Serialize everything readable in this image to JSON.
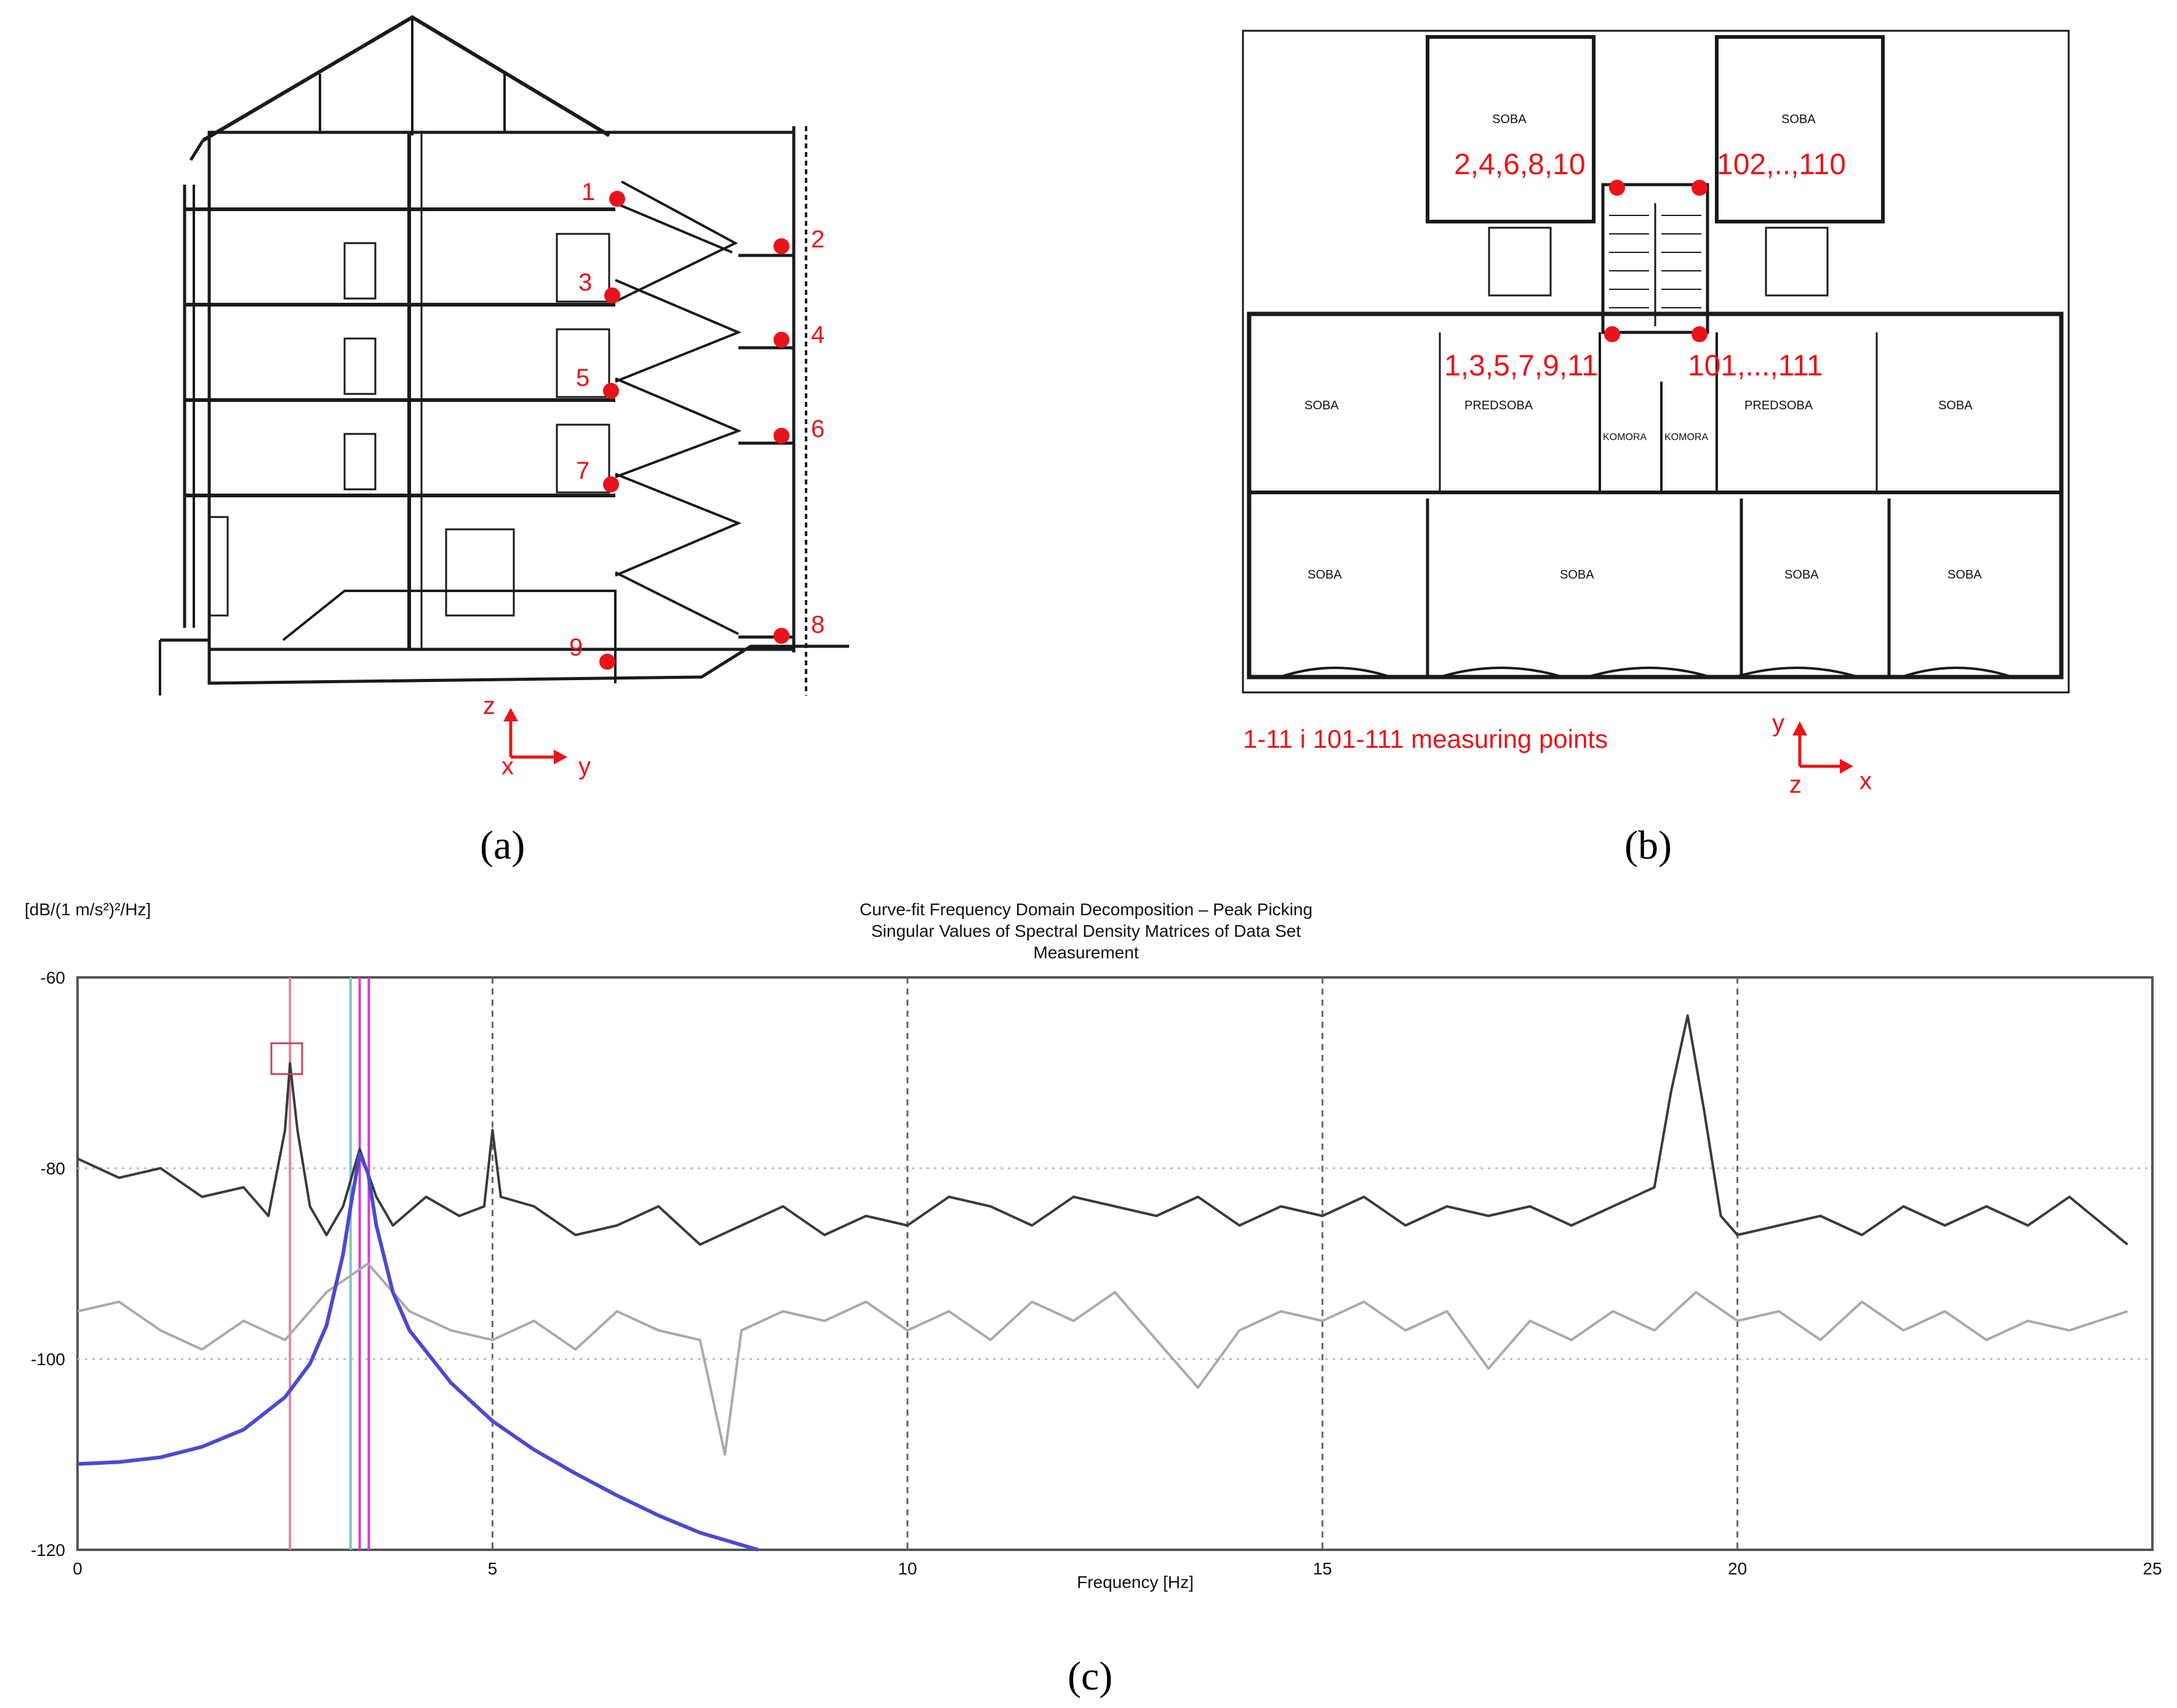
{
  "panel_a": {
    "caption": "(a)",
    "points": [
      "1",
      "2",
      "3",
      "4",
      "5",
      "6",
      "7",
      "8",
      "9"
    ],
    "axis_labels": {
      "z": "z",
      "x": "x",
      "y": "y"
    }
  },
  "panel_b": {
    "caption": "(b)",
    "top_left_label": "2,4,6,8,10",
    "top_right_label": "102,..,110",
    "bottom_left_label": "1,3,5,7,9,11",
    "bottom_right_label": "101,...,111",
    "legend": "1-11 i 101-111  measuring points",
    "axis_labels": {
      "y": "y",
      "z": "z",
      "x": "x"
    },
    "rooms": {
      "soba": "SOBA",
      "predsoba": "PREDSOBA",
      "komora": "KOMORA"
    }
  },
  "panel_c": {
    "caption": "(c)",
    "title_lines": [
      "Curve-fit Frequency Domain Decomposition – Peak Picking",
      "Singular Values of Spectral Density Matrices of Data Set",
      "Measurement"
    ],
    "y_unit_label": "[dB/(1 m/s²)²/Hz]",
    "x_label": "Frequency [Hz]"
  },
  "chart_data": {
    "type": "line",
    "title": "Curve-fit Frequency Domain Decomposition – Peak Picking / Singular Values of Spectral Density Matrices of Data Set / Measurement",
    "xlabel": "Frequency [Hz]",
    "ylabel": "[dB/(1 m/s²)²/Hz]",
    "xlim": [
      0,
      25
    ],
    "ylim": [
      -120,
      -60
    ],
    "x_ticks": [
      0,
      5,
      10,
      15,
      20,
      25
    ],
    "y_ticks": [
      -60,
      -80,
      -100,
      -120
    ],
    "grid": true,
    "peak_markers_hz": [
      2.56,
      3.29,
      3.4,
      3.51
    ],
    "series": [
      {
        "color": "#3a3a3a",
        "x": [
          0,
          0.5,
          1,
          1.5,
          2,
          2.3,
          2.5,
          2.56,
          2.65,
          2.8,
          3.0,
          3.2,
          3.4,
          3.6,
          3.8,
          4.2,
          4.6,
          4.9,
          5.0,
          5.1,
          5.5,
          6,
          6.5,
          7,
          7.5,
          8,
          8.5,
          9,
          9.5,
          10,
          10.5,
          11,
          11.5,
          12,
          12.5,
          13,
          13.5,
          14,
          14.5,
          15,
          15.5,
          16,
          16.5,
          17,
          17.5,
          18,
          18.5,
          19,
          19.2,
          19.4,
          19.6,
          19.8,
          20,
          20.5,
          21,
          21.5,
          22,
          22.5,
          23,
          23.5,
          24,
          24.7
        ],
        "values": [
          -79,
          -81,
          -80,
          -83,
          -82,
          -85,
          -76,
          -69,
          -76,
          -84,
          -87,
          -84,
          -78,
          -83,
          -86,
          -83,
          -85,
          -84,
          -76,
          -83,
          -84,
          -87,
          -86,
          -84,
          -88,
          -86,
          -84,
          -87,
          -85,
          -86,
          -83,
          -84,
          -86,
          -83,
          -84,
          -85,
          -83,
          -86,
          -84,
          -85,
          -83,
          -86,
          -84,
          -85,
          -84,
          -86,
          -84,
          -82,
          -72,
          -64,
          -74,
          -85,
          -87,
          -86,
          -85,
          -87,
          -84,
          -86,
          -84,
          -86,
          -83,
          -88
        ]
      },
      {
        "color": "#aaaaaa",
        "x": [
          0,
          0.5,
          1,
          1.5,
          2,
          2.5,
          3,
          3.5,
          4,
          4.5,
          5,
          5.5,
          6,
          6.5,
          7,
          7.5,
          7.8,
          8,
          8.5,
          9,
          9.5,
          10,
          10.5,
          11,
          11.5,
          12,
          12.5,
          13,
          13.5,
          14,
          14.5,
          15,
          15.5,
          16,
          16.5,
          17,
          17.5,
          18,
          18.5,
          19,
          19.5,
          20,
          20.5,
          21,
          21.5,
          22,
          22.5,
          23,
          23.5,
          24,
          24.7
        ],
        "values": [
          -95,
          -94,
          -97,
          -99,
          -96,
          -98,
          -93,
          -90,
          -95,
          -97,
          -98,
          -96,
          -99,
          -95,
          -97,
          -98,
          -110,
          -97,
          -95,
          -96,
          -94,
          -97,
          -95,
          -98,
          -94,
          -96,
          -93,
          -98,
          -103,
          -97,
          -95,
          -96,
          -94,
          -97,
          -95,
          -101,
          -96,
          -98,
          -95,
          -97,
          -93,
          -96,
          -95,
          -98,
          -94,
          -97,
          -95,
          -98,
          -96,
          -97,
          -95
        ]
      },
      {
        "color": "#4a4ad0",
        "x": [
          0,
          0.5,
          1,
          1.5,
          2,
          2.5,
          2.8,
          3.0,
          3.2,
          3.3,
          3.4,
          3.5,
          3.6,
          3.8,
          4.0,
          4.5,
          5,
          5.5,
          6,
          6.5,
          7,
          7.5,
          8.2
        ],
        "values": [
          -111,
          -110.8,
          -110.3,
          -109.2,
          -107.4,
          -104,
          -100.5,
          -96.5,
          -89,
          -83.5,
          -78.5,
          -80.5,
          -86,
          -93,
          -97,
          -102.5,
          -106.5,
          -109.5,
          -112,
          -114.3,
          -116.4,
          -118.2,
          -120
        ]
      }
    ]
  }
}
